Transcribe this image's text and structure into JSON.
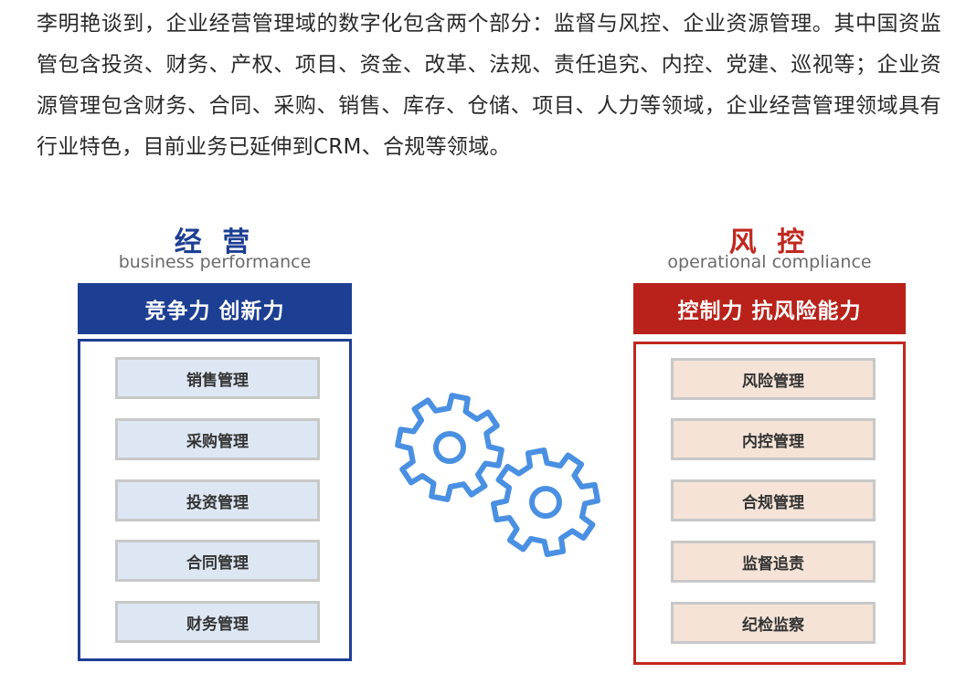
{
  "paragraph": "李明艳谈到，企业经营管理域的数字化包含两个部分：监督与风控、企业资源管理。其中国资监管包含投资、财务、产权、项目、资金、改革、法规、责任追究、内控、党建、巡视等；企业资源管理包含财务、合同、采购、销售、库存、仓储、项目、人力等领域，企业经营管理领域具有行业特色，目前业务已延伸到CRM、合规等领域。",
  "left": {
    "title": "经 营",
    "subtitle": "business performance",
    "header": "竞争力 创新力",
    "items": [
      "销售管理",
      "采购管理",
      "投资管理",
      "合同管理",
      "财务管理"
    ]
  },
  "right": {
    "title": "风 控",
    "subtitle": "operational compliance",
    "header": "控制力 抗风险能力",
    "items": [
      "风险管理",
      "内控管理",
      "合规管理",
      "监督追责",
      "纪检监察"
    ]
  },
  "icons": {
    "center": "gears-icon"
  },
  "colors": {
    "business_blue": "#1d3f93",
    "risk_red": "#b8221a",
    "gear_blue": "#4a90e2"
  }
}
